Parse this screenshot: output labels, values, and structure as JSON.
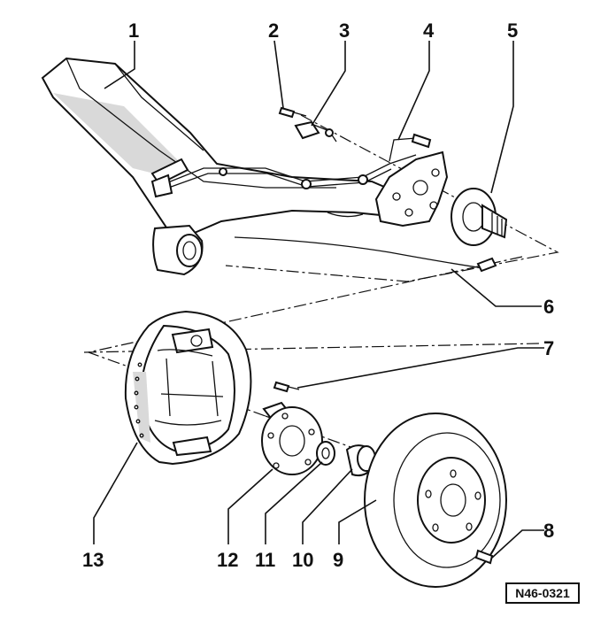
{
  "diagram": {
    "reference_code": "N46-0321",
    "callouts": [
      "1",
      "2",
      "3",
      "4",
      "5",
      "6",
      "7",
      "8",
      "9",
      "10",
      "11",
      "12",
      "13"
    ]
  }
}
